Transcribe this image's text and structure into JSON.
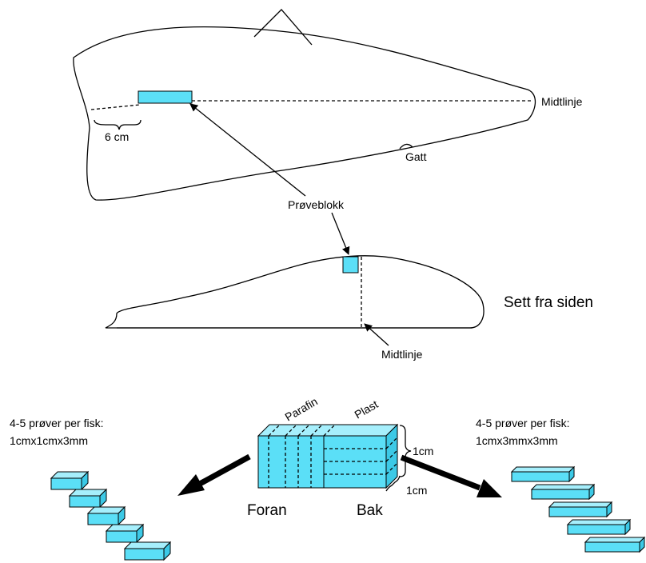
{
  "diagram": {
    "labels": {
      "midline_top": "Midtlinje",
      "gatt": "Gatt",
      "six_cm": "6 cm",
      "proveblokk": "Prøveblokk",
      "side_view": "Sett fra siden",
      "midline_side": "Midtlinje",
      "parafin": "Parafin",
      "plast": "Plast",
      "one_cm_height": "1cm",
      "one_cm_depth": "1cm",
      "foran": "Foran",
      "bak": "Bak",
      "left_samples_line1": "4-5 prøver per fisk:",
      "left_samples_line2": "1cmx1cmx3mm",
      "right_samples_line1": "4-5 prøver per fisk:",
      "right_samples_line2": "1cmx3mmx3mm"
    },
    "colors": {
      "sample": "#5bdff7",
      "sample_top": "#a6effc",
      "sample_side": "#3cc9e6",
      "outline": "#000000"
    }
  }
}
